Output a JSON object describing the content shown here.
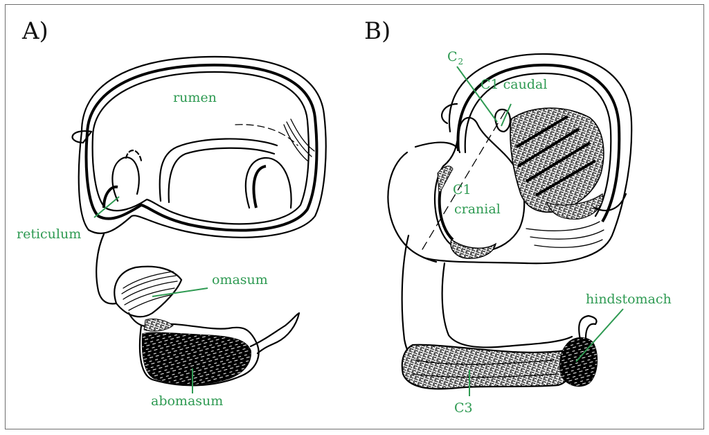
{
  "panels": {
    "a": {
      "letter": "A)",
      "labels": {
        "rumen": "rumen",
        "reticulum": "reticulum",
        "omasum": "omasum",
        "abomasum": "abomasum"
      }
    },
    "b": {
      "letter": "B)",
      "labels": {
        "c2_main": "C",
        "c2_sub": "2",
        "c1_caudal": "C1 caudal",
        "c1_cranial_line1": "C1",
        "c1_cranial_line2": "cranial",
        "hindstomach": "hindstomach",
        "c3": "C3"
      }
    }
  },
  "colors": {
    "label_green": "#2e9a52",
    "ink": "#000000",
    "frame": "#6e6e6e"
  }
}
